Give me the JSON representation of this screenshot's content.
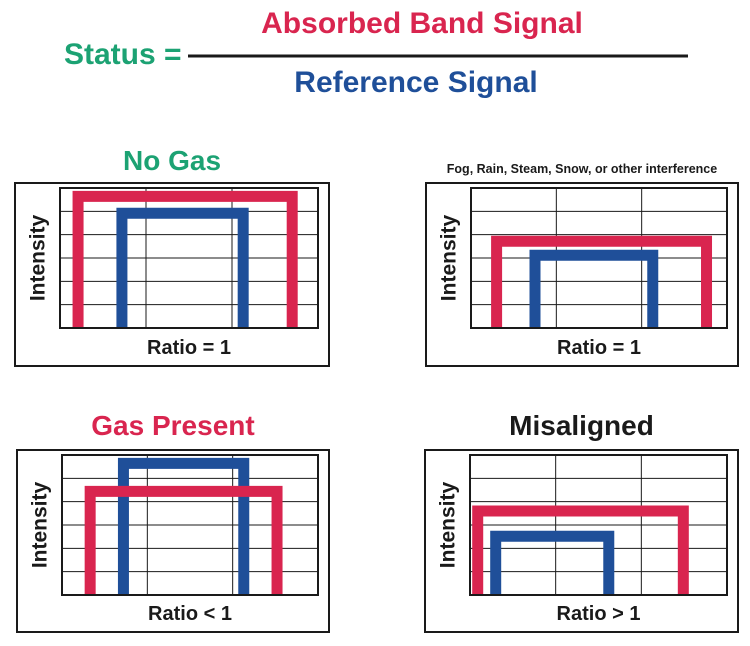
{
  "formula": {
    "left_label": "Status =",
    "numerator": "Absorbed Band Signal",
    "denominator": "Reference Signal"
  },
  "colors": {
    "green": "#1ca273",
    "red": "#d9254f",
    "blue": "#1f4f99",
    "black": "#1a1a1a"
  },
  "panels": [
    {
      "title": "No Gas",
      "title_color": "green",
      "ylabel": "Intensity",
      "ratio_label": "Ratio = 1",
      "red_top": 0.94,
      "blue_top": 0.82
    },
    {
      "title": "Fog, Rain, Steam, Snow, or other interference",
      "title_color": "black",
      "ylabel": "Intensity",
      "ratio_label": "Ratio = 1",
      "red_top": 0.62,
      "blue_top": 0.52
    },
    {
      "title": "Gas Present",
      "title_color": "red",
      "ylabel": "Intensity",
      "ratio_label": "Ratio < 1",
      "red_top": 0.74,
      "blue_top": 0.94
    },
    {
      "title": "Misaligned",
      "title_color": "black",
      "ylabel": "Intensity",
      "ratio_label": "Ratio > 1",
      "red_top": 0.6,
      "blue_top": 0.42
    }
  ]
}
